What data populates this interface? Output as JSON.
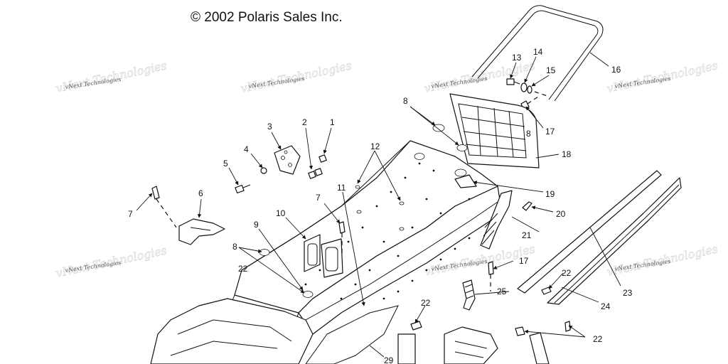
{
  "copyright": "© 2002 Polaris Sales Inc.",
  "watermark": "vNext Technologies",
  "callouts": [
    "1",
    "2",
    "3",
    "4",
    "5",
    "6",
    "7",
    "7",
    "8",
    "8",
    "8",
    "9",
    "10",
    "11",
    "12",
    "13",
    "14",
    "15",
    "16",
    "17",
    "17",
    "18",
    "19",
    "20",
    "21",
    "22",
    "22",
    "22",
    "22",
    "23",
    "24",
    "25",
    "29"
  ]
}
